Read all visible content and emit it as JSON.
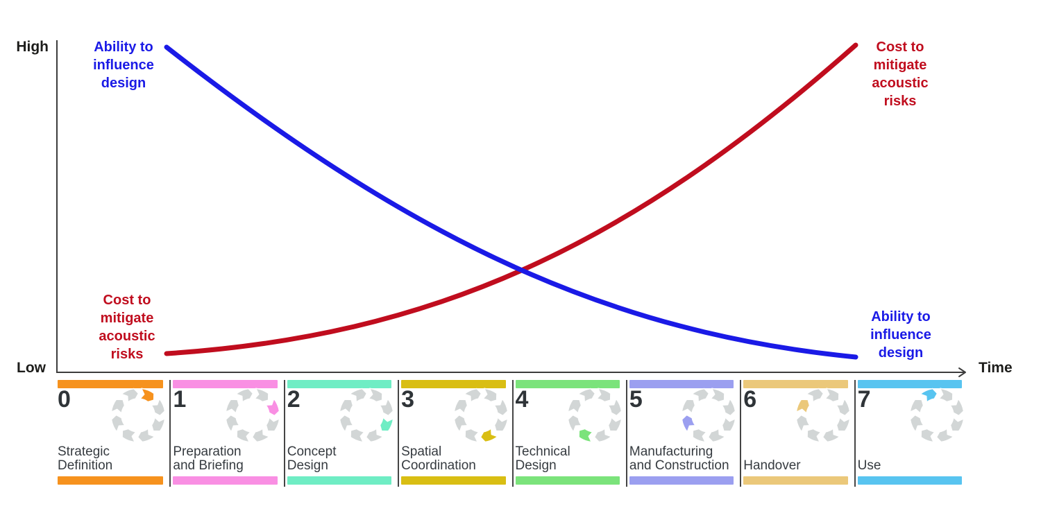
{
  "axes": {
    "high": "High",
    "low": "Low",
    "time": "Time",
    "line_color": "#3c3c3c"
  },
  "curves": {
    "influence": {
      "name": "Ability to influence design",
      "color": "#1a1ae6",
      "lines": [
        "Ability to",
        "influence",
        "design"
      ]
    },
    "cost": {
      "name": "Cost to mitigate acoustic risks",
      "color": "#c00d1e",
      "lines": [
        "Cost to",
        "mitigate",
        "acoustic",
        "risks"
      ]
    }
  },
  "icon": {
    "segment_color": "#d2d6d6",
    "gap_color": "#ffffff"
  },
  "stages": [
    {
      "number": "0",
      "label": "Strategic Definition",
      "label_lines": [
        "Strategic",
        "Definition"
      ],
      "color": "#f6921e"
    },
    {
      "number": "1",
      "label": "Preparation and Briefing",
      "label_lines": [
        "Preparation",
        "and Briefing"
      ],
      "color": "#f98fe3"
    },
    {
      "number": "2",
      "label": "Concept Design",
      "label_lines": [
        "Concept",
        "Design"
      ],
      "color": "#6fedc4"
    },
    {
      "number": "3",
      "label": "Spatial Coordination",
      "label_lines": [
        "Spatial",
        "Coordination"
      ],
      "color": "#d9be13"
    },
    {
      "number": "4",
      "label": "Technical Design",
      "label_lines": [
        "Technical",
        "Design"
      ],
      "color": "#7be37b"
    },
    {
      "number": "5",
      "label": "Manufacturing and Construction",
      "label_lines": [
        "Manufacturing",
        "and Construction"
      ],
      "color": "#9b9ff0"
    },
    {
      "number": "6",
      "label": "Handover",
      "label_lines": [
        "Handover"
      ],
      "color": "#ebc87a"
    },
    {
      "number": "7",
      "label": "Use",
      "label_lines": [
        "Use"
      ],
      "color": "#58c4f0"
    }
  ],
  "chart_data": {
    "type": "line",
    "title": "Ability to influence design vs cost to mitigate acoustic risks over time",
    "xlabel": "Time",
    "ylabel": "",
    "y_axis_qualitative": [
      "Low",
      "High"
    ],
    "grid": false,
    "x_categories": [
      "0 Strategic Definition",
      "1 Preparation and Briefing",
      "2 Concept Design",
      "3 Spatial Coordination",
      "4 Technical Design",
      "5 Manufacturing and Construction",
      "6 Handover",
      "7 Use"
    ],
    "x_fraction_samples": [
      0,
      0.125,
      0.25,
      0.375,
      0.5,
      0.625,
      0.75,
      0.875,
      1
    ],
    "series": [
      {
        "name": "Ability to influence design",
        "color": "#1a1ae6",
        "trend": "decreasing, convex decay",
        "values_pct_of_high": [
          100,
          76,
          56,
          40,
          27,
          17,
          10,
          4,
          1
        ]
      },
      {
        "name": "Cost to mitigate acoustic risks",
        "color": "#c00d1e",
        "trend": "increasing, convex growth",
        "values_pct_of_high": [
          1,
          4,
          10,
          17,
          27,
          40,
          56,
          76,
          100
        ]
      }
    ],
    "crossing_point_x_fraction": 0.52,
    "legend": "inline labels at both ends of each curve"
  }
}
